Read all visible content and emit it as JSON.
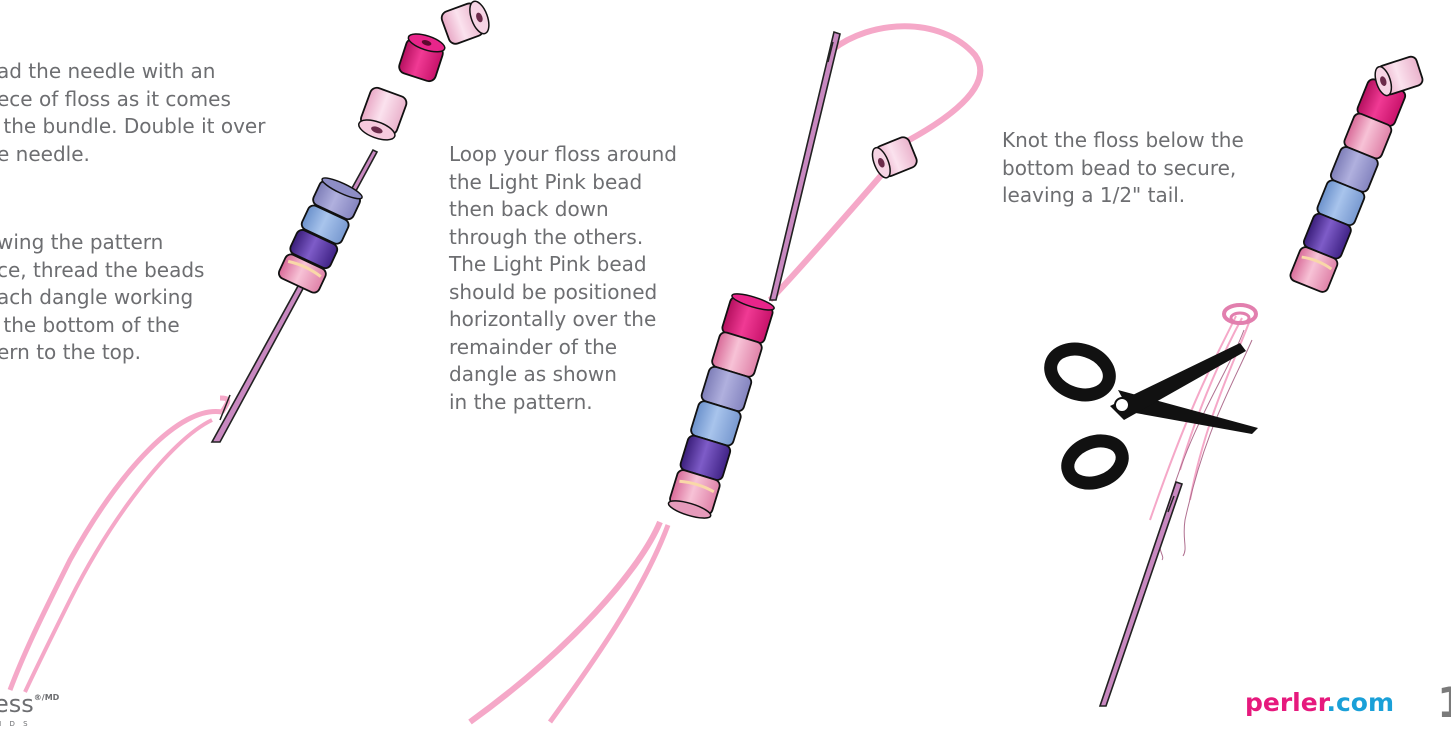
{
  "steps": {
    "step1_threading": "ad the needle with an\nece of floss as it comes\n the bundle. Double it over\ne needle.",
    "step1_beads": "wing the pattern\nce, thread the beads\nach dangle working\n the bottom of the\nern to the top.",
    "step2": "Loop your floss around\nthe Light Pink bead\nthen back down\nthrough the others.\nThe Light Pink bead\nshould be positioned\nhorizontally over the\nremainder of the\ndangle as shown\nin the pattern.",
    "step3": "Knot the floss below the\nbottom bead to secure,\nleaving a 1/2\" tail."
  },
  "footer": {
    "site_part1": "perler",
    "site_part2": ".com",
    "page_number": "1",
    "brand_name": "ess",
    "brand_mark": "®/MD",
    "brand_sub": "N D S"
  },
  "icons": [
    "needle-icon",
    "bead-icon",
    "floss-icon",
    "scissors-icon"
  ],
  "colors": {
    "text": "#6d6e71",
    "hot_pink_bead": "#e6197d",
    "light_pink_bead": "#f4c6dc",
    "lavender_bead": "#9b9bd0",
    "light_blue_bead": "#8fb0de",
    "purple_bead": "#5a3a9c",
    "floss": "#f5a8c8",
    "needle": "#c888c0",
    "site_pink": "#e6197d",
    "site_blue": "#1aa0d8"
  }
}
